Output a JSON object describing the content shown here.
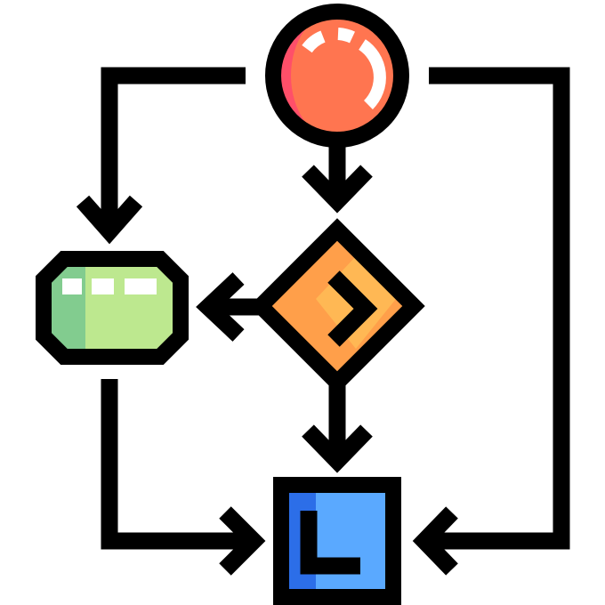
{
  "diagram": {
    "type": "flowchart-icon",
    "nodes": [
      {
        "id": "start",
        "shape": "circle",
        "icon": "start-circle"
      },
      {
        "id": "decision",
        "shape": "diamond",
        "icon": "decision-diamond"
      },
      {
        "id": "process",
        "shape": "rounded-rectangle",
        "icon": "process-box"
      },
      {
        "id": "end",
        "shape": "square",
        "icon": "end-square"
      }
    ],
    "edges": [
      {
        "from": "start",
        "to": "decision"
      },
      {
        "from": "start",
        "to": "process"
      },
      {
        "from": "start",
        "to": "end"
      },
      {
        "from": "decision",
        "to": "process"
      },
      {
        "from": "decision",
        "to": "end"
      },
      {
        "from": "process",
        "to": "end"
      }
    ]
  },
  "colors": {
    "outline": "#000000",
    "circle_main": "#ff7550",
    "circle_shade": "#ff4f69",
    "diamond_main": "#ff9f4a",
    "diamond_inner": "#ffb854",
    "process_main": "#bde88f",
    "process_shade": "#82cc8f",
    "end_main": "#5aa9ff",
    "end_shade": "#2c6ee8",
    "highlight": "#ffffff"
  }
}
